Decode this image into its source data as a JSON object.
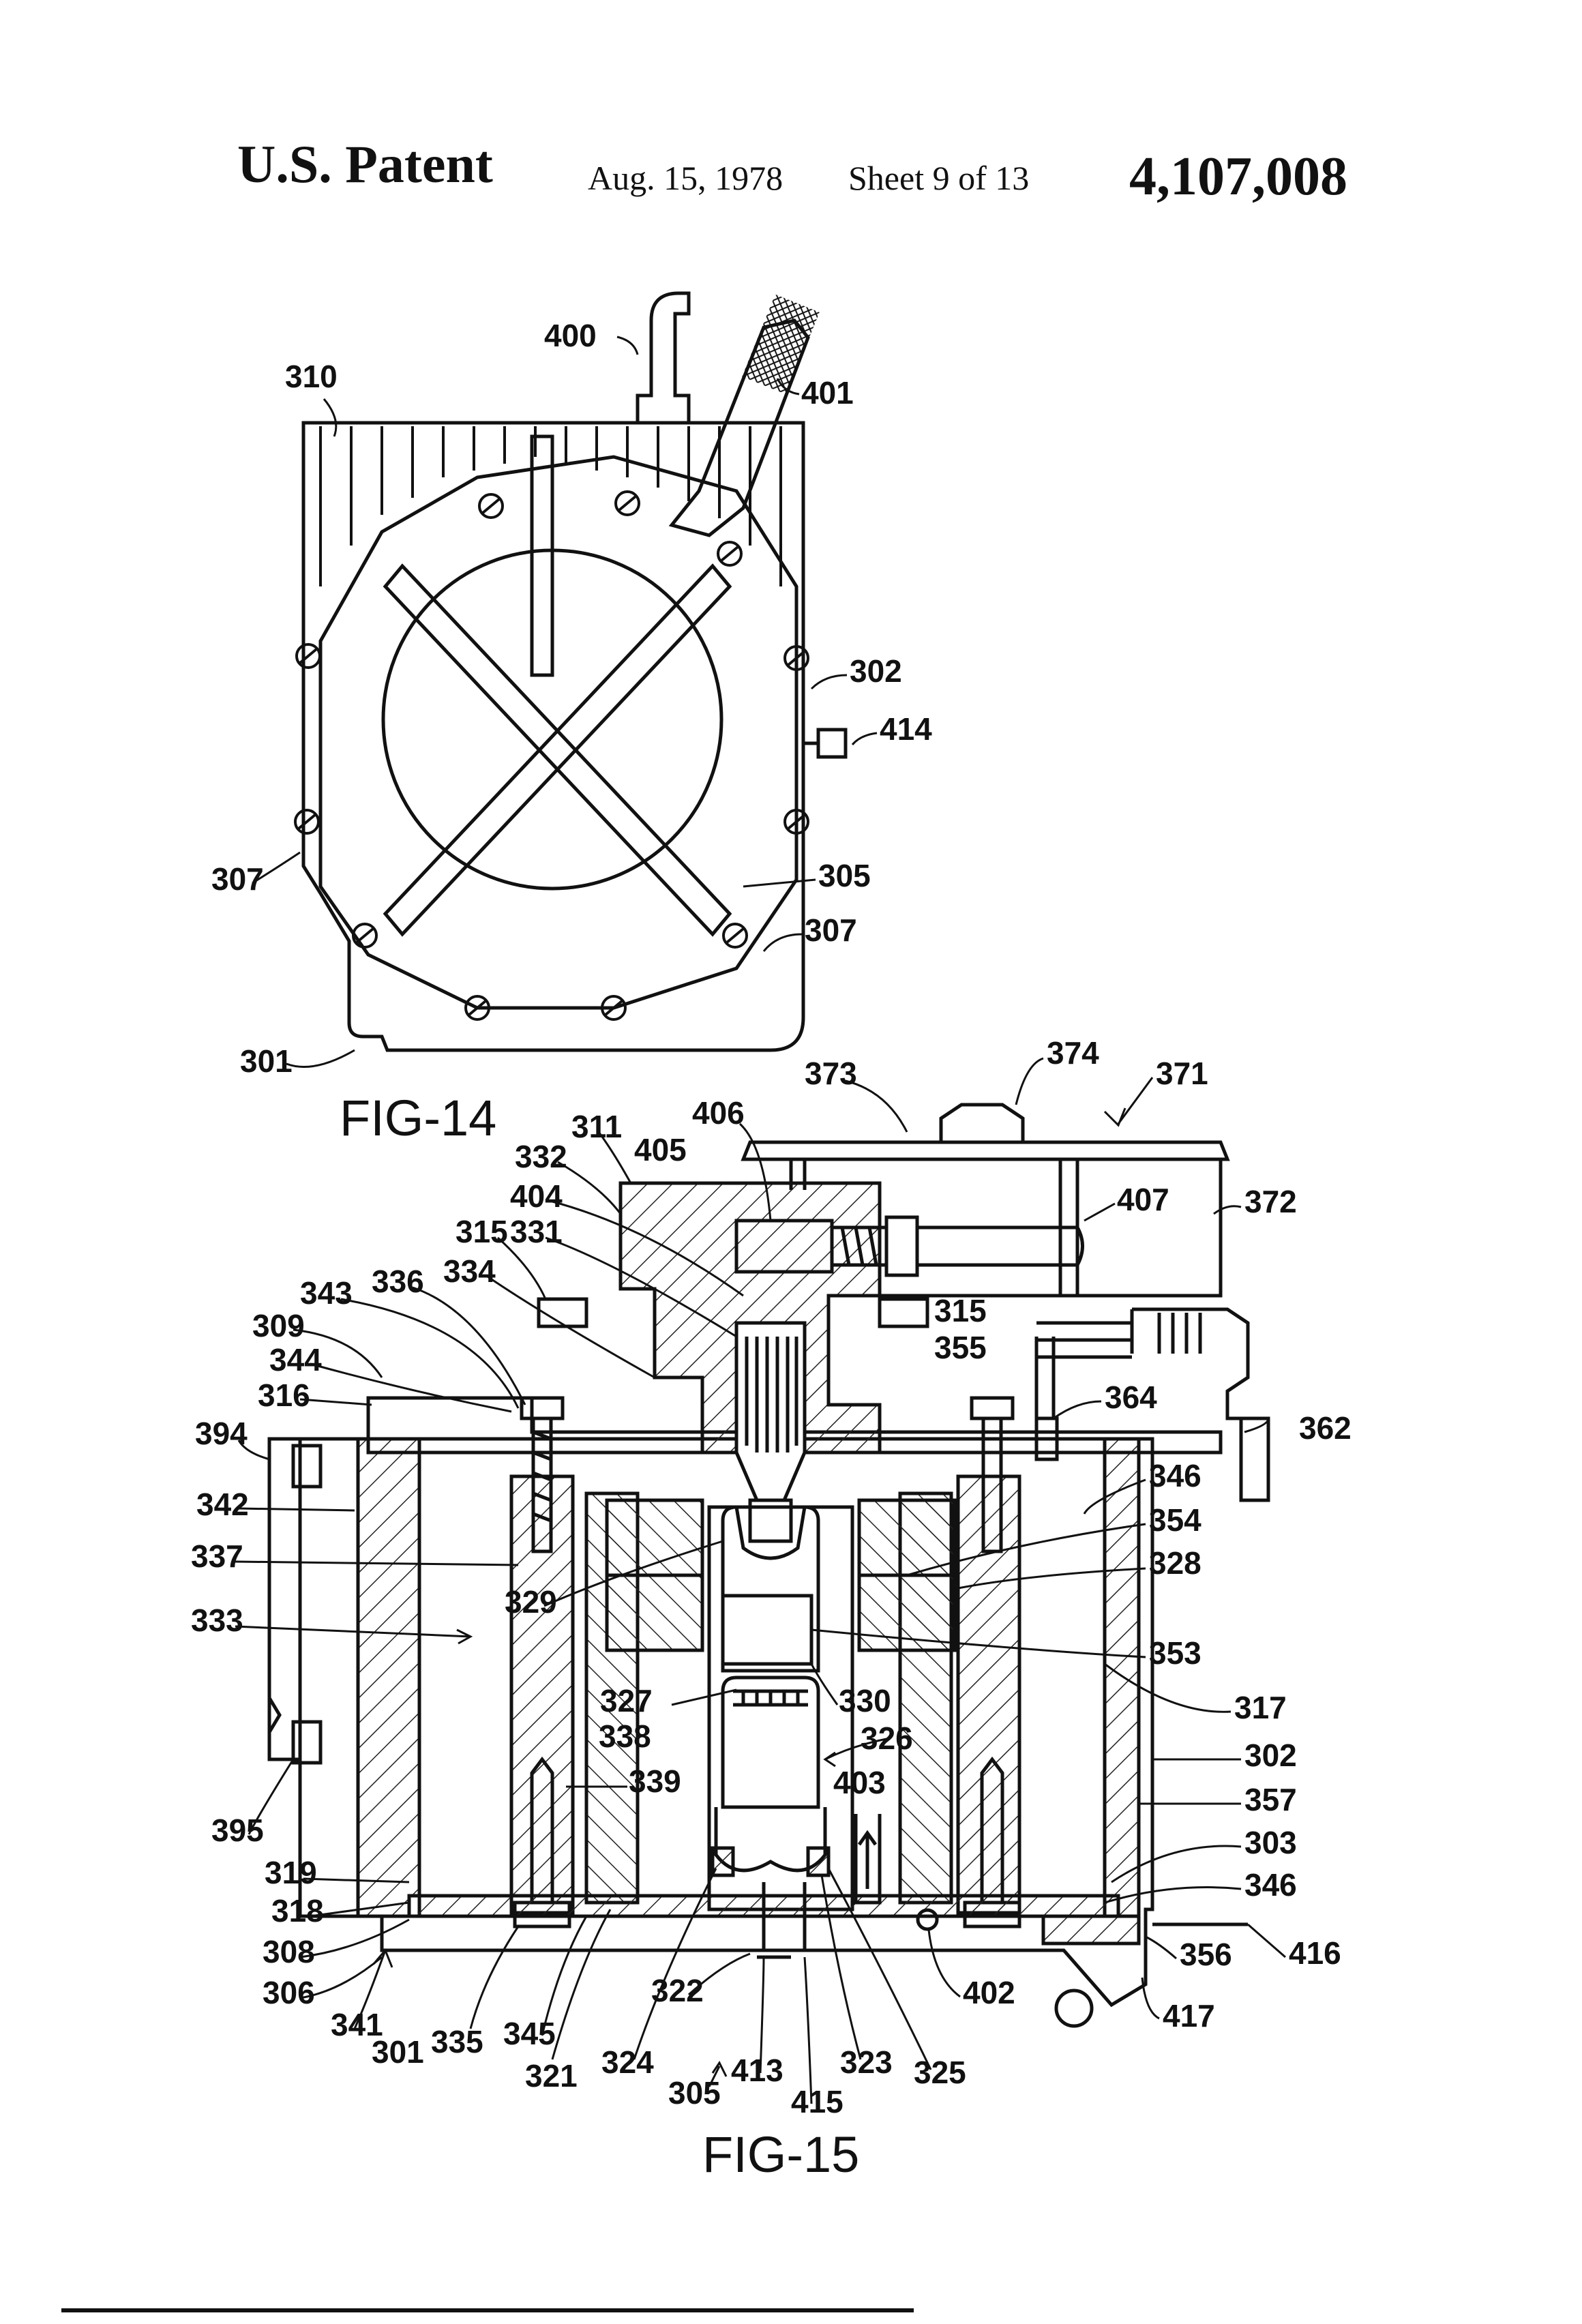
{
  "header": {
    "patent": "U.S. Patent",
    "date": "Aug. 15, 1978",
    "sheet": "Sheet 9 of 13",
    "number": "4,107,008"
  },
  "figures": {
    "fig14": {
      "caption": "FIG-14",
      "labels": [
        "400",
        "401",
        "310",
        "302",
        "414",
        "307",
        "305",
        "307",
        "301"
      ]
    },
    "fig15": {
      "caption": "FIG-15",
      "labels_left": [
        "311",
        "406",
        "405",
        "332",
        "404",
        "331",
        "315",
        "334",
        "336",
        "343",
        "309",
        "344",
        "316",
        "394",
        "342",
        "337",
        "333",
        "329",
        "327",
        "338",
        "339",
        "395",
        "319",
        "318",
        "308",
        "306",
        "341",
        "301",
        "335",
        "345",
        "321",
        "324",
        "322",
        "305",
        "413",
        "415",
        "323",
        "325"
      ],
      "labels_right": [
        "373",
        "374",
        "371",
        "407",
        "372",
        "315",
        "355",
        "364",
        "362",
        "346",
        "354",
        "328",
        "353",
        "330",
        "326",
        "317",
        "302",
        "357",
        "403",
        "303",
        "346",
        "356",
        "416",
        "402",
        "417"
      ]
    }
  }
}
